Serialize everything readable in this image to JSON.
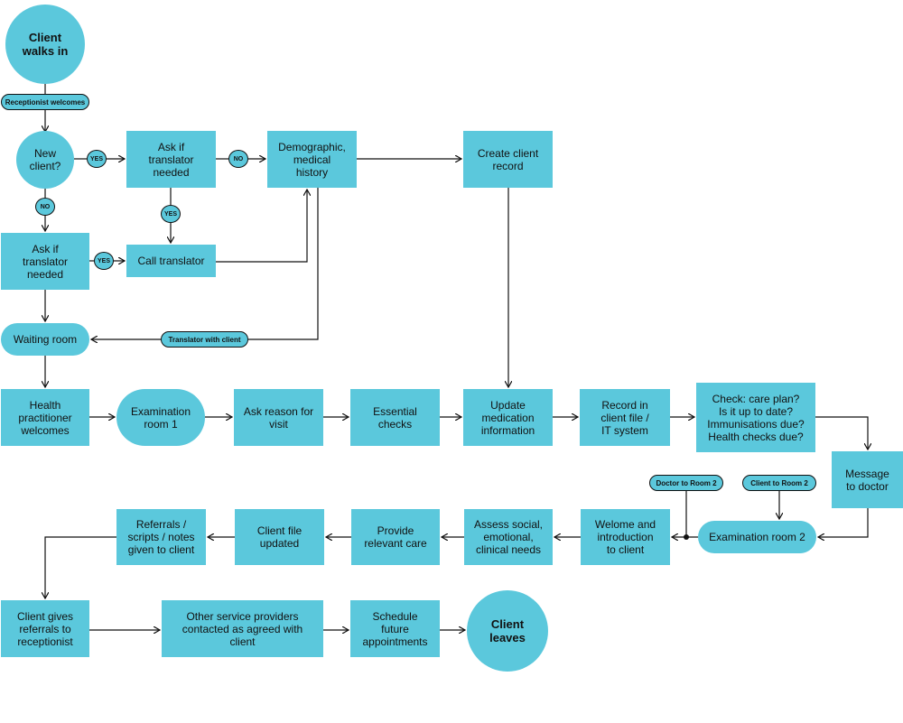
{
  "colors": {
    "node_fill": "#5bc8dc",
    "line": "#111111",
    "background": "#ffffff"
  },
  "nodes": {
    "client_walks_in": "Client\nwalks in",
    "receptionist_welcomes": "Receptionist welcomes",
    "new_client": "New\nclient?",
    "ask_translator_1": "Ask if\ntranslator\nneeded",
    "demographic_history": "Demographic,\nmedical\nhistory",
    "create_record": "Create client\nrecord",
    "ask_translator_2": "Ask if\ntranslator\nneeded",
    "call_translator": "Call translator",
    "waiting_room": "Waiting room",
    "translator_with_client": "Translator with client",
    "health_practitioner": "Health\npractitioner\nwelcomes",
    "exam_room_1": "Examination\nroom 1",
    "ask_reason": "Ask reason for\nvisit",
    "essential_checks": "Essential\nchecks",
    "update_medication": "Update\nmedication\ninformation",
    "record_file": "Record in\nclient file /\nIT system",
    "check_care_plan": "Check: care plan?\nIs it up to date?\nImmunisations due?\nHealth checks due?",
    "message_doctor": "Message\nto doctor",
    "doctor_to_room2": "Doctor to Room 2",
    "client_to_room2": "Client to Room 2",
    "exam_room_2": "Examination room 2",
    "welcome_intro": "Welome and\nintroduction\nto client",
    "assess_needs": "Assess social,\nemotional,\nclinical needs",
    "provide_care": "Provide\nrelevant care",
    "client_file_updated": "Client file\nupdated",
    "referrals_given": "Referrals /\nscripts / notes\ngiven to client",
    "client_gives_referrals": "Client gives\nreferrals to\nreceptionist",
    "other_providers": "Other service providers\ncontacted as agreed with\nclient",
    "schedule_appointments": "Schedule\nfuture\nappointments",
    "client_leaves": "Client\nleaves"
  },
  "decisions": {
    "yes_1": "YES",
    "no_1": "NO",
    "yes_2": "YES",
    "no_2": "NO",
    "yes_3": "YES"
  }
}
